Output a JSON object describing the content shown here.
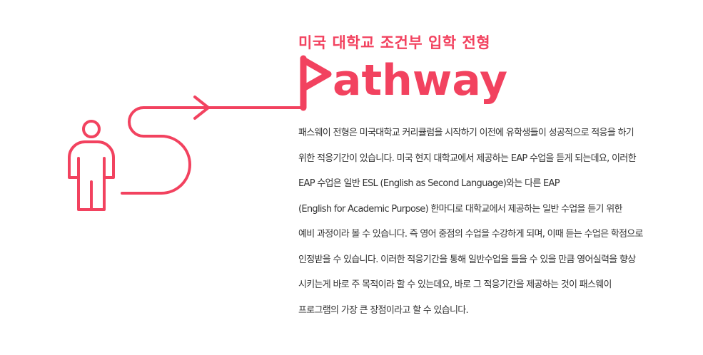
{
  "colors": {
    "accent": "#f2425f",
    "text": "#333333",
    "background": "#ffffff"
  },
  "header": {
    "subtitle": "미국 대학교 조건부 입학 전형",
    "title": "athway",
    "title_full": "Pathway"
  },
  "illustration": {
    "figure_icon": "person-outline-icon",
    "path_icon": "s-curve-arrow-path",
    "flag_icon": "flag-p-letter-icon"
  },
  "description": {
    "lines": [
      "패스웨이 전형은 미국대학교 커리큘럼을 시작하기 이전에 유학생들이 성공적으로 적응을 하기",
      "위한 적응기간이 있습니다. 미국 현지 대학교에서 제공하는 EAP 수업을 듣게 되는데요, 이러한",
      "EAP 수업은 일반 ESL (English as Second Language)와는 다른 EAP",
      "(English for Academic Purpose) 한마디로 대학교에서 제공하는 일반 수업을 듣기 위한",
      "예비 과정이라 볼 수 있습니다. 즉 영어 중점의 수업을 수강하게 되며, 이때 듣는 수업은 학점으로",
      "인정받을 수 있습니다. 이러한 적응기간을 통해 일반수업을 들을 수 있을 만큼 영어실력을 향상",
      "시키는게 바로 주 목적이라 할 수 있는데요, 바로 그 적응기간을 제공하는 것이 패스웨이",
      "프로그램의 가장 큰 장점이라고 할 수 있습니다."
    ]
  }
}
